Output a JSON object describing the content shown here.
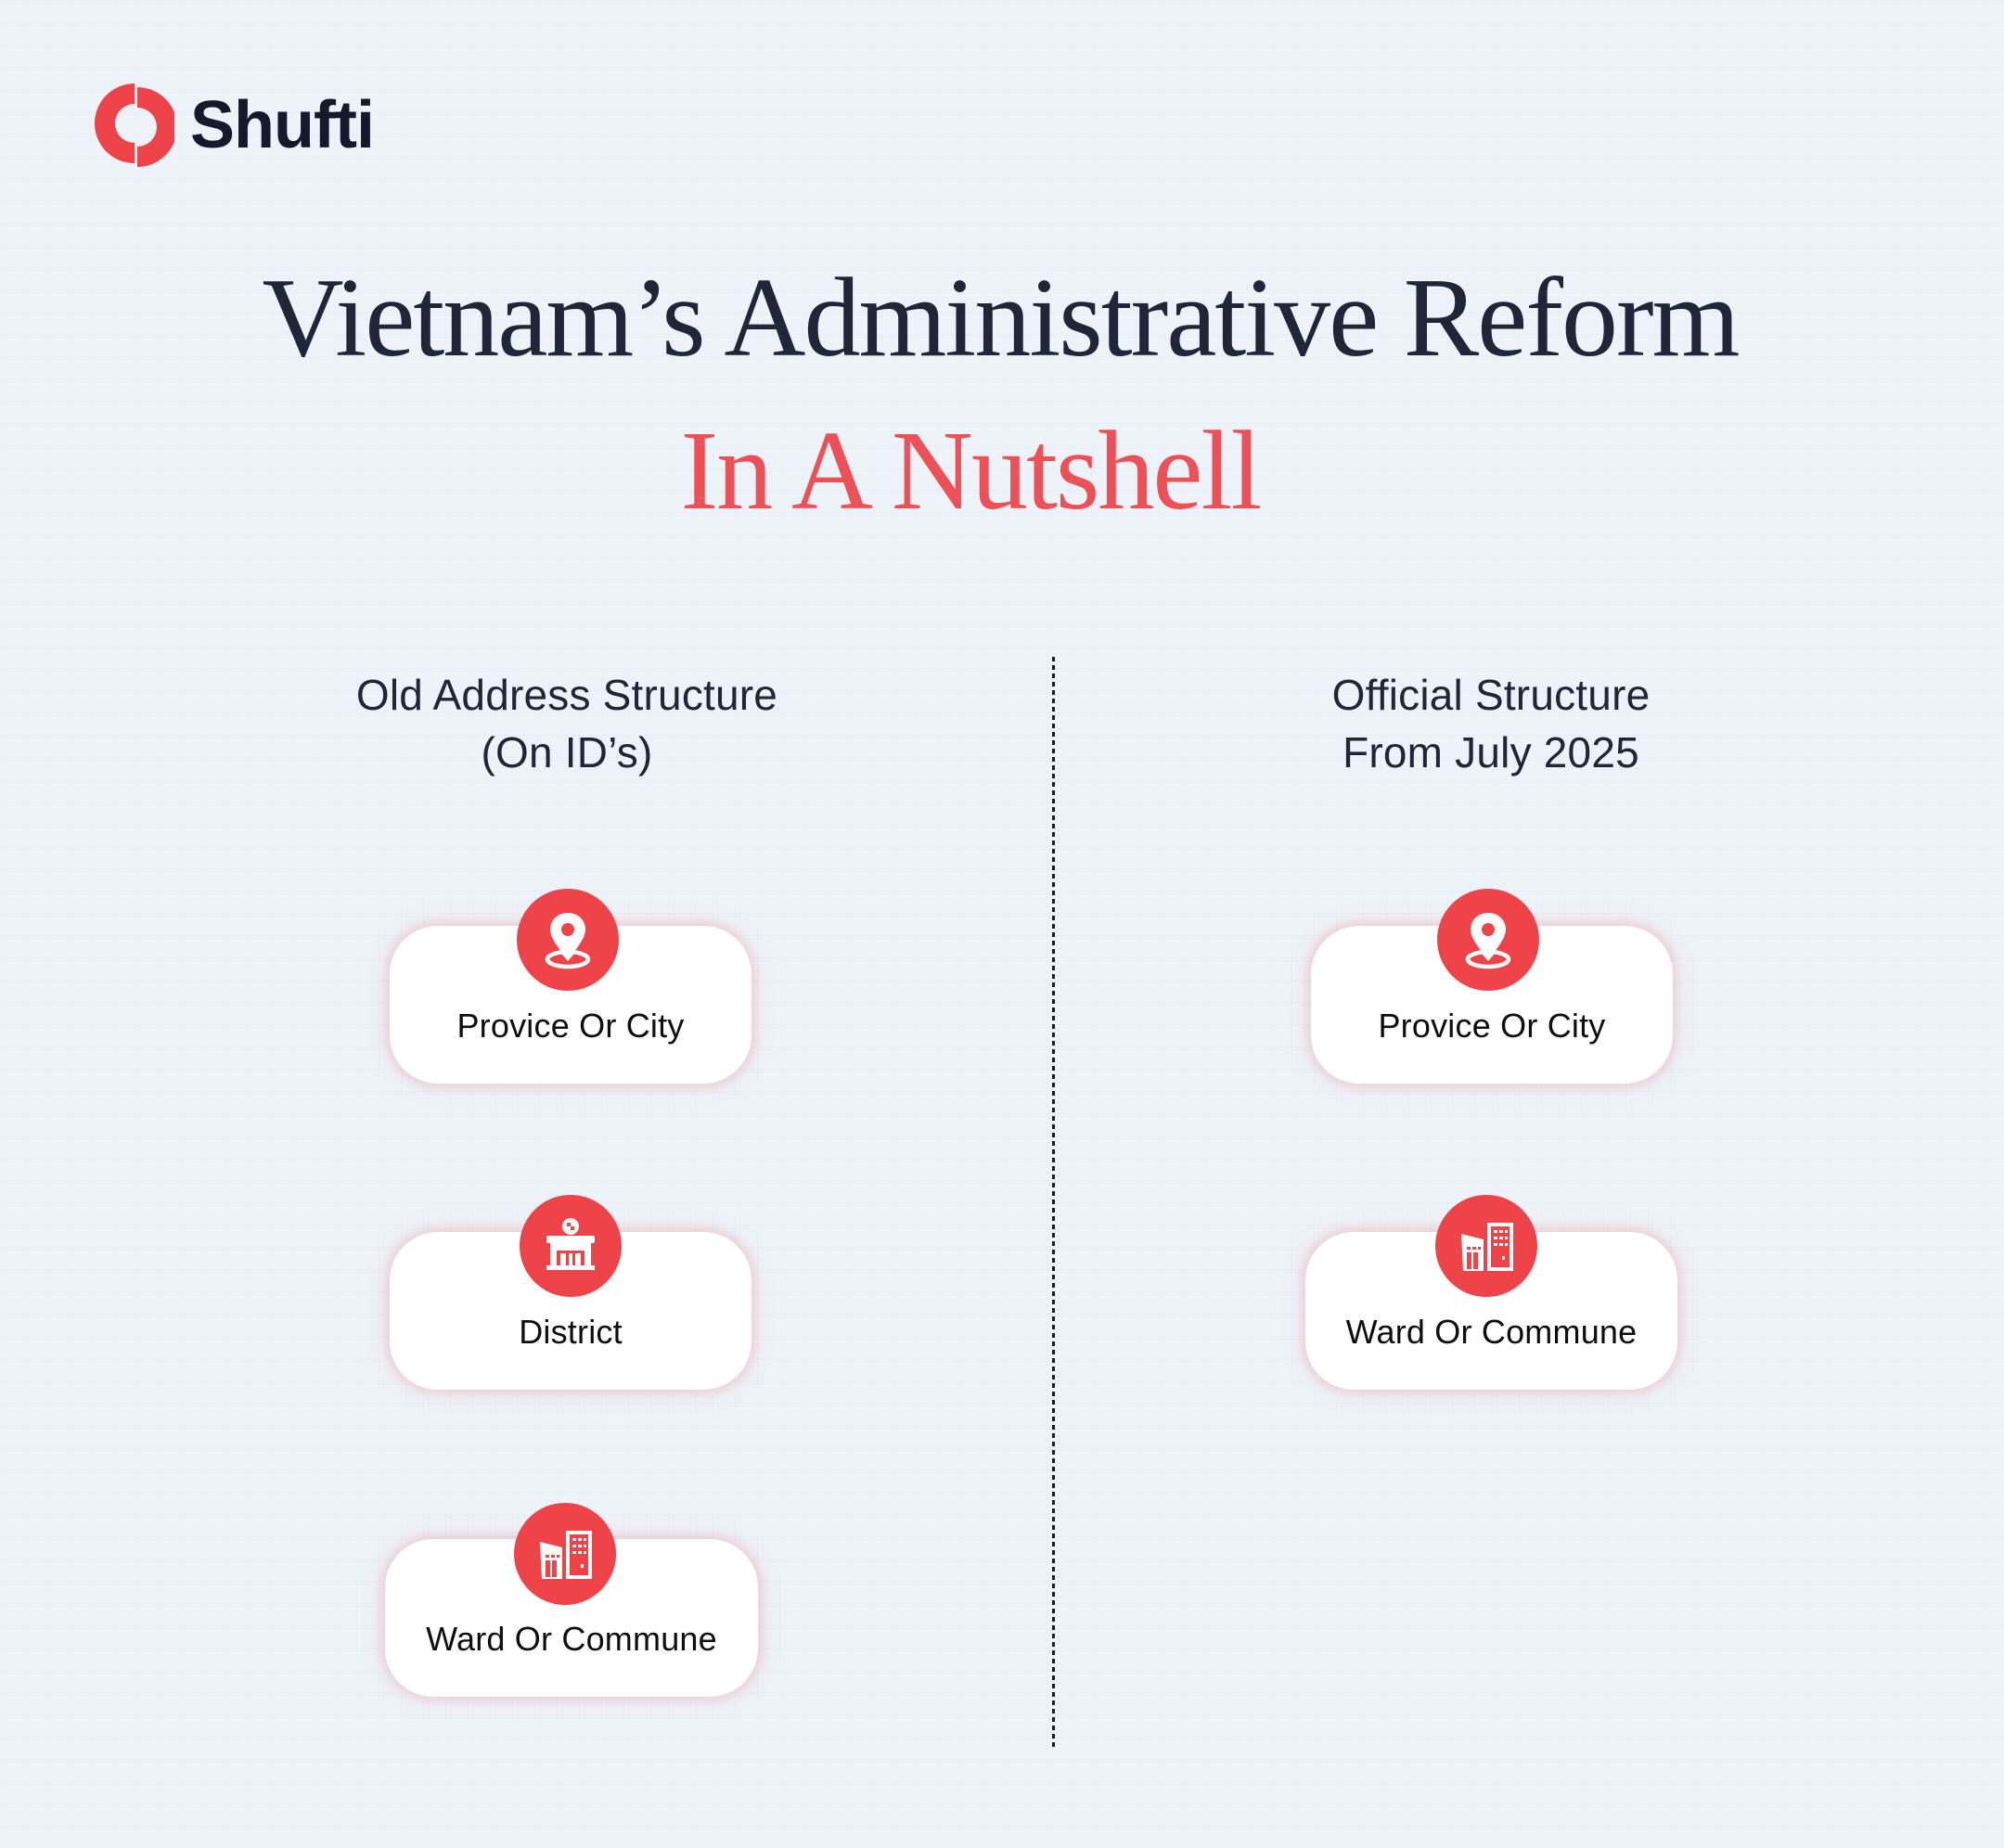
{
  "brand": {
    "name": "Shufti",
    "logo_icon": "shufti-ring-logo-icon",
    "accent_color": "#EE4449",
    "text_color": "#141A2B"
  },
  "title": {
    "line1": "Vietnam’s Administrative Reform",
    "line2": "In A Nutshell",
    "line1_color": "#1E2638",
    "line2_color": "#EE5057"
  },
  "columns": [
    {
      "heading_line1": "Old Address Structure",
      "heading_line2": "(On ID’s)",
      "cards": [
        {
          "label": "Provice Or City",
          "icon": "map-pin-icon"
        },
        {
          "label": "District",
          "icon": "government-building-icon"
        },
        {
          "label": "Ward Or Commune",
          "icon": "office-buildings-icon"
        }
      ]
    },
    {
      "heading_line1": "Official Structure",
      "heading_line2": "From July 2025",
      "cards": [
        {
          "label": "Provice Or City",
          "icon": "map-pin-icon"
        },
        {
          "label": "Ward Or Commune",
          "icon": "office-buildings-icon"
        }
      ]
    }
  ],
  "colors": {
    "background": "#EEF3F9",
    "card": "#FFFFFF",
    "icon_circle": "#EE4449",
    "heading": "#1E2638"
  }
}
